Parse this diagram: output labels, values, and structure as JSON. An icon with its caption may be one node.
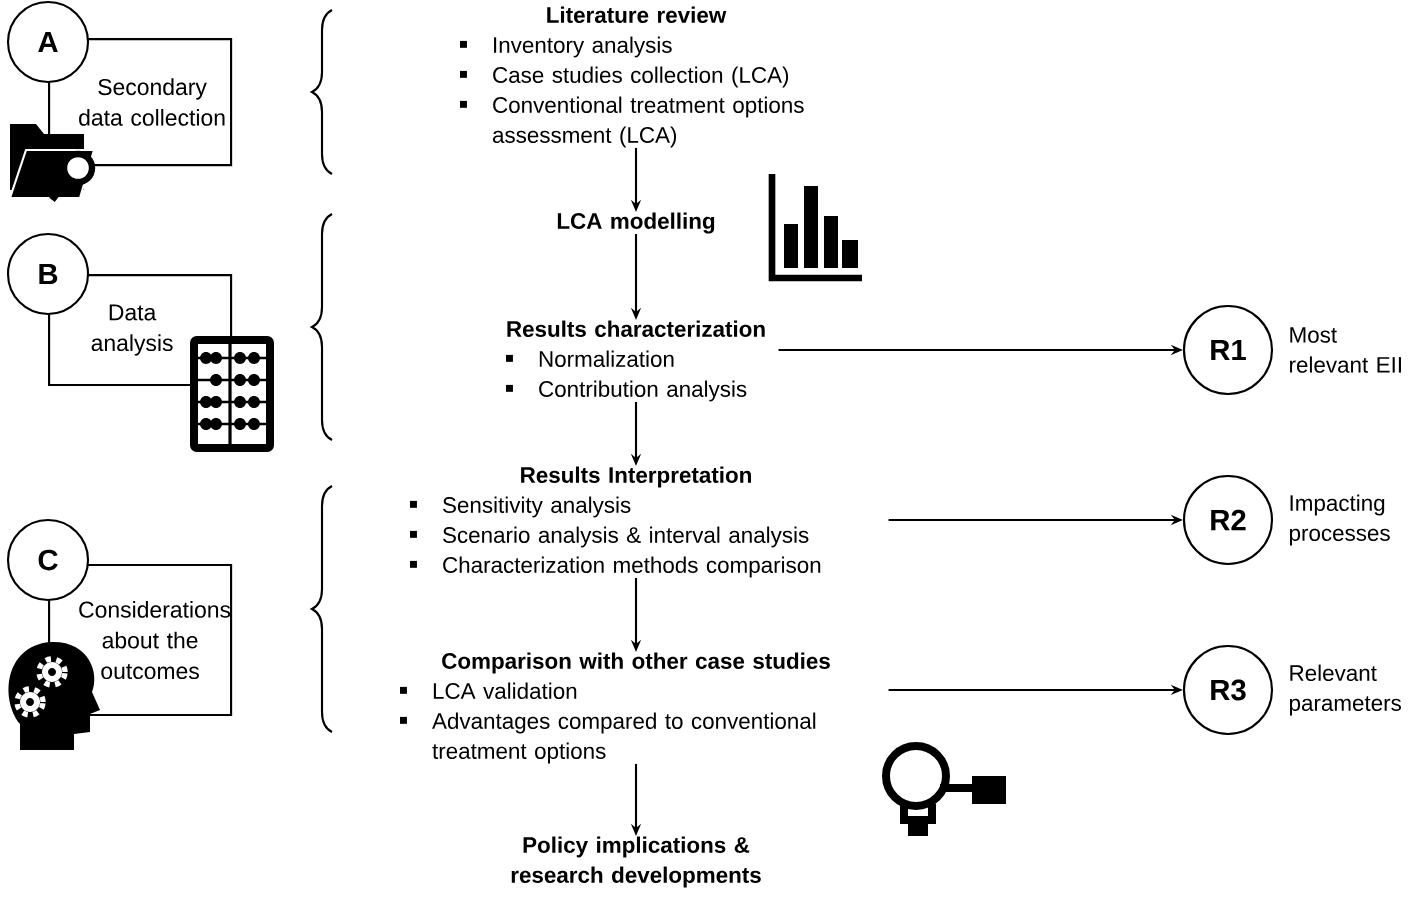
{
  "diagram": {
    "nodes": [
      {
        "text": [
          "A"
        ]
      },
      {
        "text": [
          "Secondary data collection"
        ]
      },
      {
        "text": [
          "B"
        ]
      },
      {
        "text": [
          "Data analysis"
        ]
      },
      {
        "text": [
          "C"
        ]
      },
      {
        "text": [
          "Considerations about the outcomes"
        ]
      },
      {
        "text": [
          "Literature review",
          "Inventory analysis",
          "Case studies collection (LCA)",
          "Conventional treatment options assessment (LCA)"
        ]
      },
      {
        "text": [
          "LCA modelling"
        ]
      },
      {
        "text": [
          "Results characterization",
          "Normalization",
          "Contribution analysis"
        ]
      },
      {
        "text": [
          "Results Interpretation",
          "Sensitivity analysis",
          "Scenario analysis & interval analysis",
          "Characterization methods comparison"
        ]
      },
      {
        "text": [
          "Comparison with other case studies",
          "LCA validation",
          "Advantages compared to conventional treatment options"
        ]
      },
      {
        "text": [
          "Policy implications & research developments"
        ]
      },
      {
        "text": [
          "R1"
        ],
        "beside": [
          "Most relevant EII"
        ]
      },
      {
        "text": [
          "R2"
        ],
        "beside": [
          "Impacting processes"
        ]
      },
      {
        "text": [
          "R3"
        ],
        "beside": [
          "Relevant parameters"
        ]
      }
    ],
    "edges": [
      {
        "from": 6,
        "to": 7,
        "arrow": "to"
      },
      {
        "from": 7,
        "to": 8,
        "arrow": "to"
      },
      {
        "from": 8,
        "to": 9,
        "arrow": "to"
      },
      {
        "from": 9,
        "to": 10,
        "arrow": "to"
      },
      {
        "from": 10,
        "to": 11,
        "arrow": "to"
      },
      {
        "from": 8,
        "to": 12,
        "arrow": "to"
      },
      {
        "from": 9,
        "to": 13,
        "arrow": "to"
      },
      {
        "from": 10,
        "to": 14,
        "arrow": "to"
      }
    ]
  }
}
